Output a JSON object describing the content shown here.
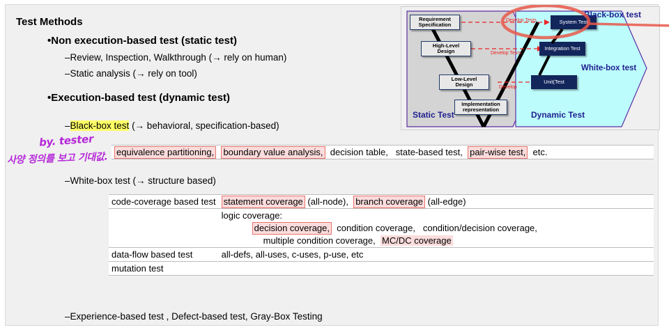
{
  "slide": {
    "title": "Test Methods",
    "bullets": {
      "static_heading": "•Non execution-based test (static test)",
      "static_item1": "–Review, Inspection, Walkthrough  (→ rely on human)",
      "static_item2": "–Static analysis  (→ rely on tool)",
      "dynamic_heading": "•Execution-based test  (dynamic test)",
      "blackbox_dash": "–",
      "blackbox_label": "Black-box test",
      "blackbox_rest": " (→ behavioral, specification-based)",
      "whitebox_line": "–White-box test (→ structure based)",
      "experience_line": "–Experience-based test , Defect-based test, Gray-Box Testing"
    },
    "blackbox_table": {
      "items": [
        {
          "text": "equivalence partitioning,",
          "highlight": "pink"
        },
        {
          "text": "boundary value analysis,",
          "highlight": "pink"
        },
        {
          "text": "decision table,",
          "highlight": "none"
        },
        {
          "text": "state-based test,",
          "highlight": "none"
        },
        {
          "text": "pair-wise test,",
          "highlight": "pink"
        },
        {
          "text": "etc.",
          "highlight": "none"
        }
      ]
    },
    "whitebox_table": {
      "rows": [
        {
          "label": "code-coverage based test",
          "cells": [
            {
              "text": "statement coverage",
              "highlight": "pink"
            },
            {
              "text": "(all-node),",
              "highlight": "none"
            },
            {
              "text": "branch coverage",
              "highlight": "pink"
            },
            {
              "text": "(all-edge)",
              "highlight": "none"
            }
          ]
        },
        {
          "label": "",
          "logic_title": "logic coverage:",
          "logic_line1": [
            {
              "text": "decision coverage,",
              "highlight": "pink"
            },
            {
              "text": "condition coverage,",
              "highlight": "none"
            },
            {
              "text": "condition/decision coverage,",
              "highlight": "none"
            }
          ],
          "logic_line2": [
            {
              "text": "multiple condition coverage,",
              "highlight": "none"
            },
            {
              "text": "MC/DC coverage",
              "highlight": "pink"
            }
          ]
        },
        {
          "label": "data-flow based test",
          "cells": [
            {
              "text": "all-defs,  all-uses,  c-uses,  p-use,  etc",
              "highlight": "none"
            }
          ]
        },
        {
          "label": "mutation test",
          "cells": []
        }
      ]
    },
    "annotations": {
      "hand_line1": "by. tester",
      "hand_line2": "사양 정의를 보고 기대값."
    }
  },
  "diagram": {
    "static_label": "Static Test",
    "dynamic_label": "Dynamic Test",
    "blackbox_label": "Black-box test",
    "whitebox_label": "White-box test",
    "left_boxes": [
      {
        "line1": "Requirement",
        "line2": "Specification"
      },
      {
        "line1": "High-Level",
        "line2": "Design"
      },
      {
        "line1": "Low-Level",
        "line2": "Design"
      },
      {
        "line1": "Implementation",
        "line2": "representation"
      }
    ],
    "right_boxes": [
      {
        "label": "System Test"
      },
      {
        "label": "Integration Test"
      },
      {
        "label": "Unit(Test"
      }
    ],
    "develop_labels": [
      {
        "text": "Develop Tests"
      },
      {
        "text": "Develop Tests"
      },
      {
        "text": "Develop"
      }
    ],
    "colors": {
      "static_fill": "#d4d4d4",
      "dynamic_fill": "#bcfcfc",
      "hex_stroke": "#5b2fa5",
      "dark_box": "#13265c",
      "label_blue": "#1f1f8f",
      "develop_red": "#ee2222",
      "marker_red": "#e8584a"
    }
  }
}
